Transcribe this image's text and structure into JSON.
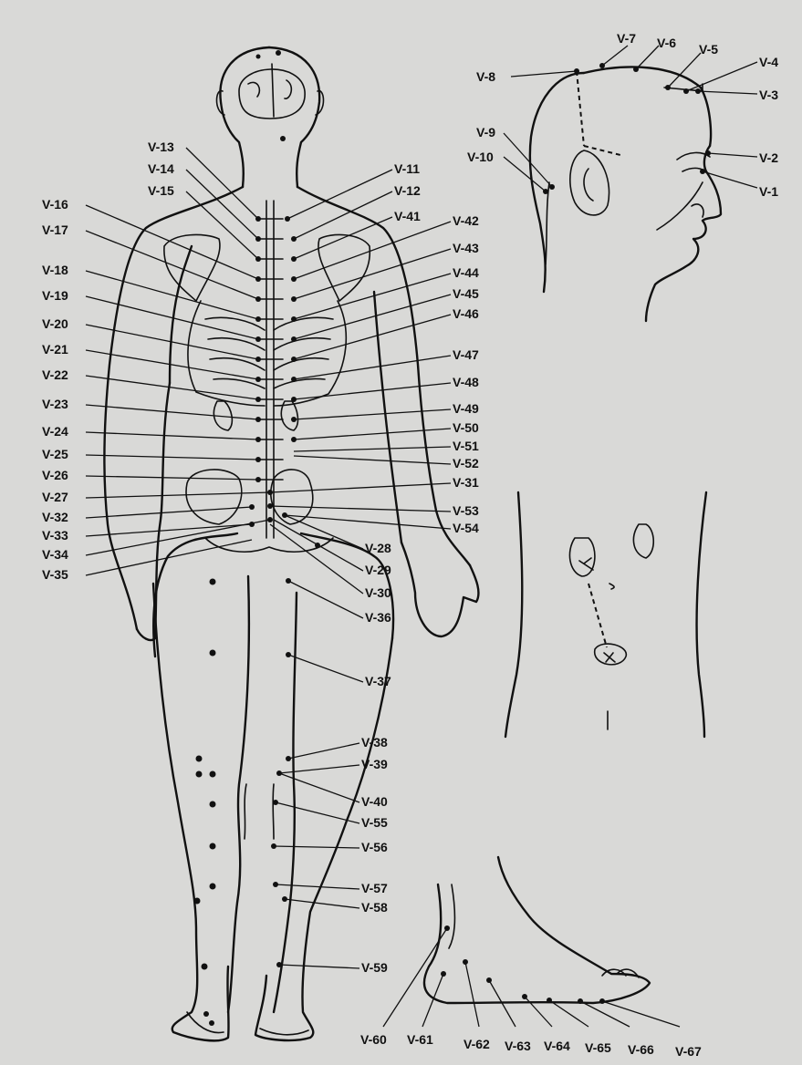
{
  "labels": {
    "v1": "V-1",
    "v2": "V-2",
    "v3": "V-3",
    "v4": "V-4",
    "v5": "V-5",
    "v6": "V-6",
    "v7": "V-7",
    "v8": "V-8",
    "v9": "V-9",
    "v10": "V-10",
    "v11": "V-11",
    "v12": "V-12",
    "v13": "V-13",
    "v14": "V-14",
    "v15": "V-15",
    "v16": "V-16",
    "v17": "V-17",
    "v18": "V-18",
    "v19": "V-19",
    "v20": "V-20",
    "v21": "V-21",
    "v22": "V-22",
    "v23": "V-23",
    "v24": "V-24",
    "v25": "V-25",
    "v26": "V-26",
    "v27": "V-27",
    "v28": "V-28",
    "v29": "V-29",
    "v30": "V-30",
    "v31": "V-31",
    "v32": "V-32",
    "v33": "V-33",
    "v34": "V-34",
    "v35": "V-35",
    "v36": "V-36",
    "v37": "V-37",
    "v38": "V-38",
    "v39": "V-39",
    "v40": "V-40",
    "v41": "V-41",
    "v42": "V-42",
    "v43": "V-43",
    "v44": "V-44",
    "v45": "V-45",
    "v46": "V-46",
    "v47": "V-47",
    "v48": "V-48",
    "v49": "V-49",
    "v50": "V-50",
    "v51": "V-51",
    "v52": "V-52",
    "v53": "V-53",
    "v54": "V-54",
    "v55": "V-55",
    "v56": "V-56",
    "v57": "V-57",
    "v58": "V-58",
    "v59": "V-59",
    "v60": "V-60",
    "v61": "V-61",
    "v62": "V-62",
    "v63": "V-63",
    "v64": "V-64",
    "v65": "V-65",
    "v66": "V-66",
    "v67": "V-67"
  },
  "colors": {
    "paper": "#d9d9d7",
    "ink": "#111111"
  }
}
